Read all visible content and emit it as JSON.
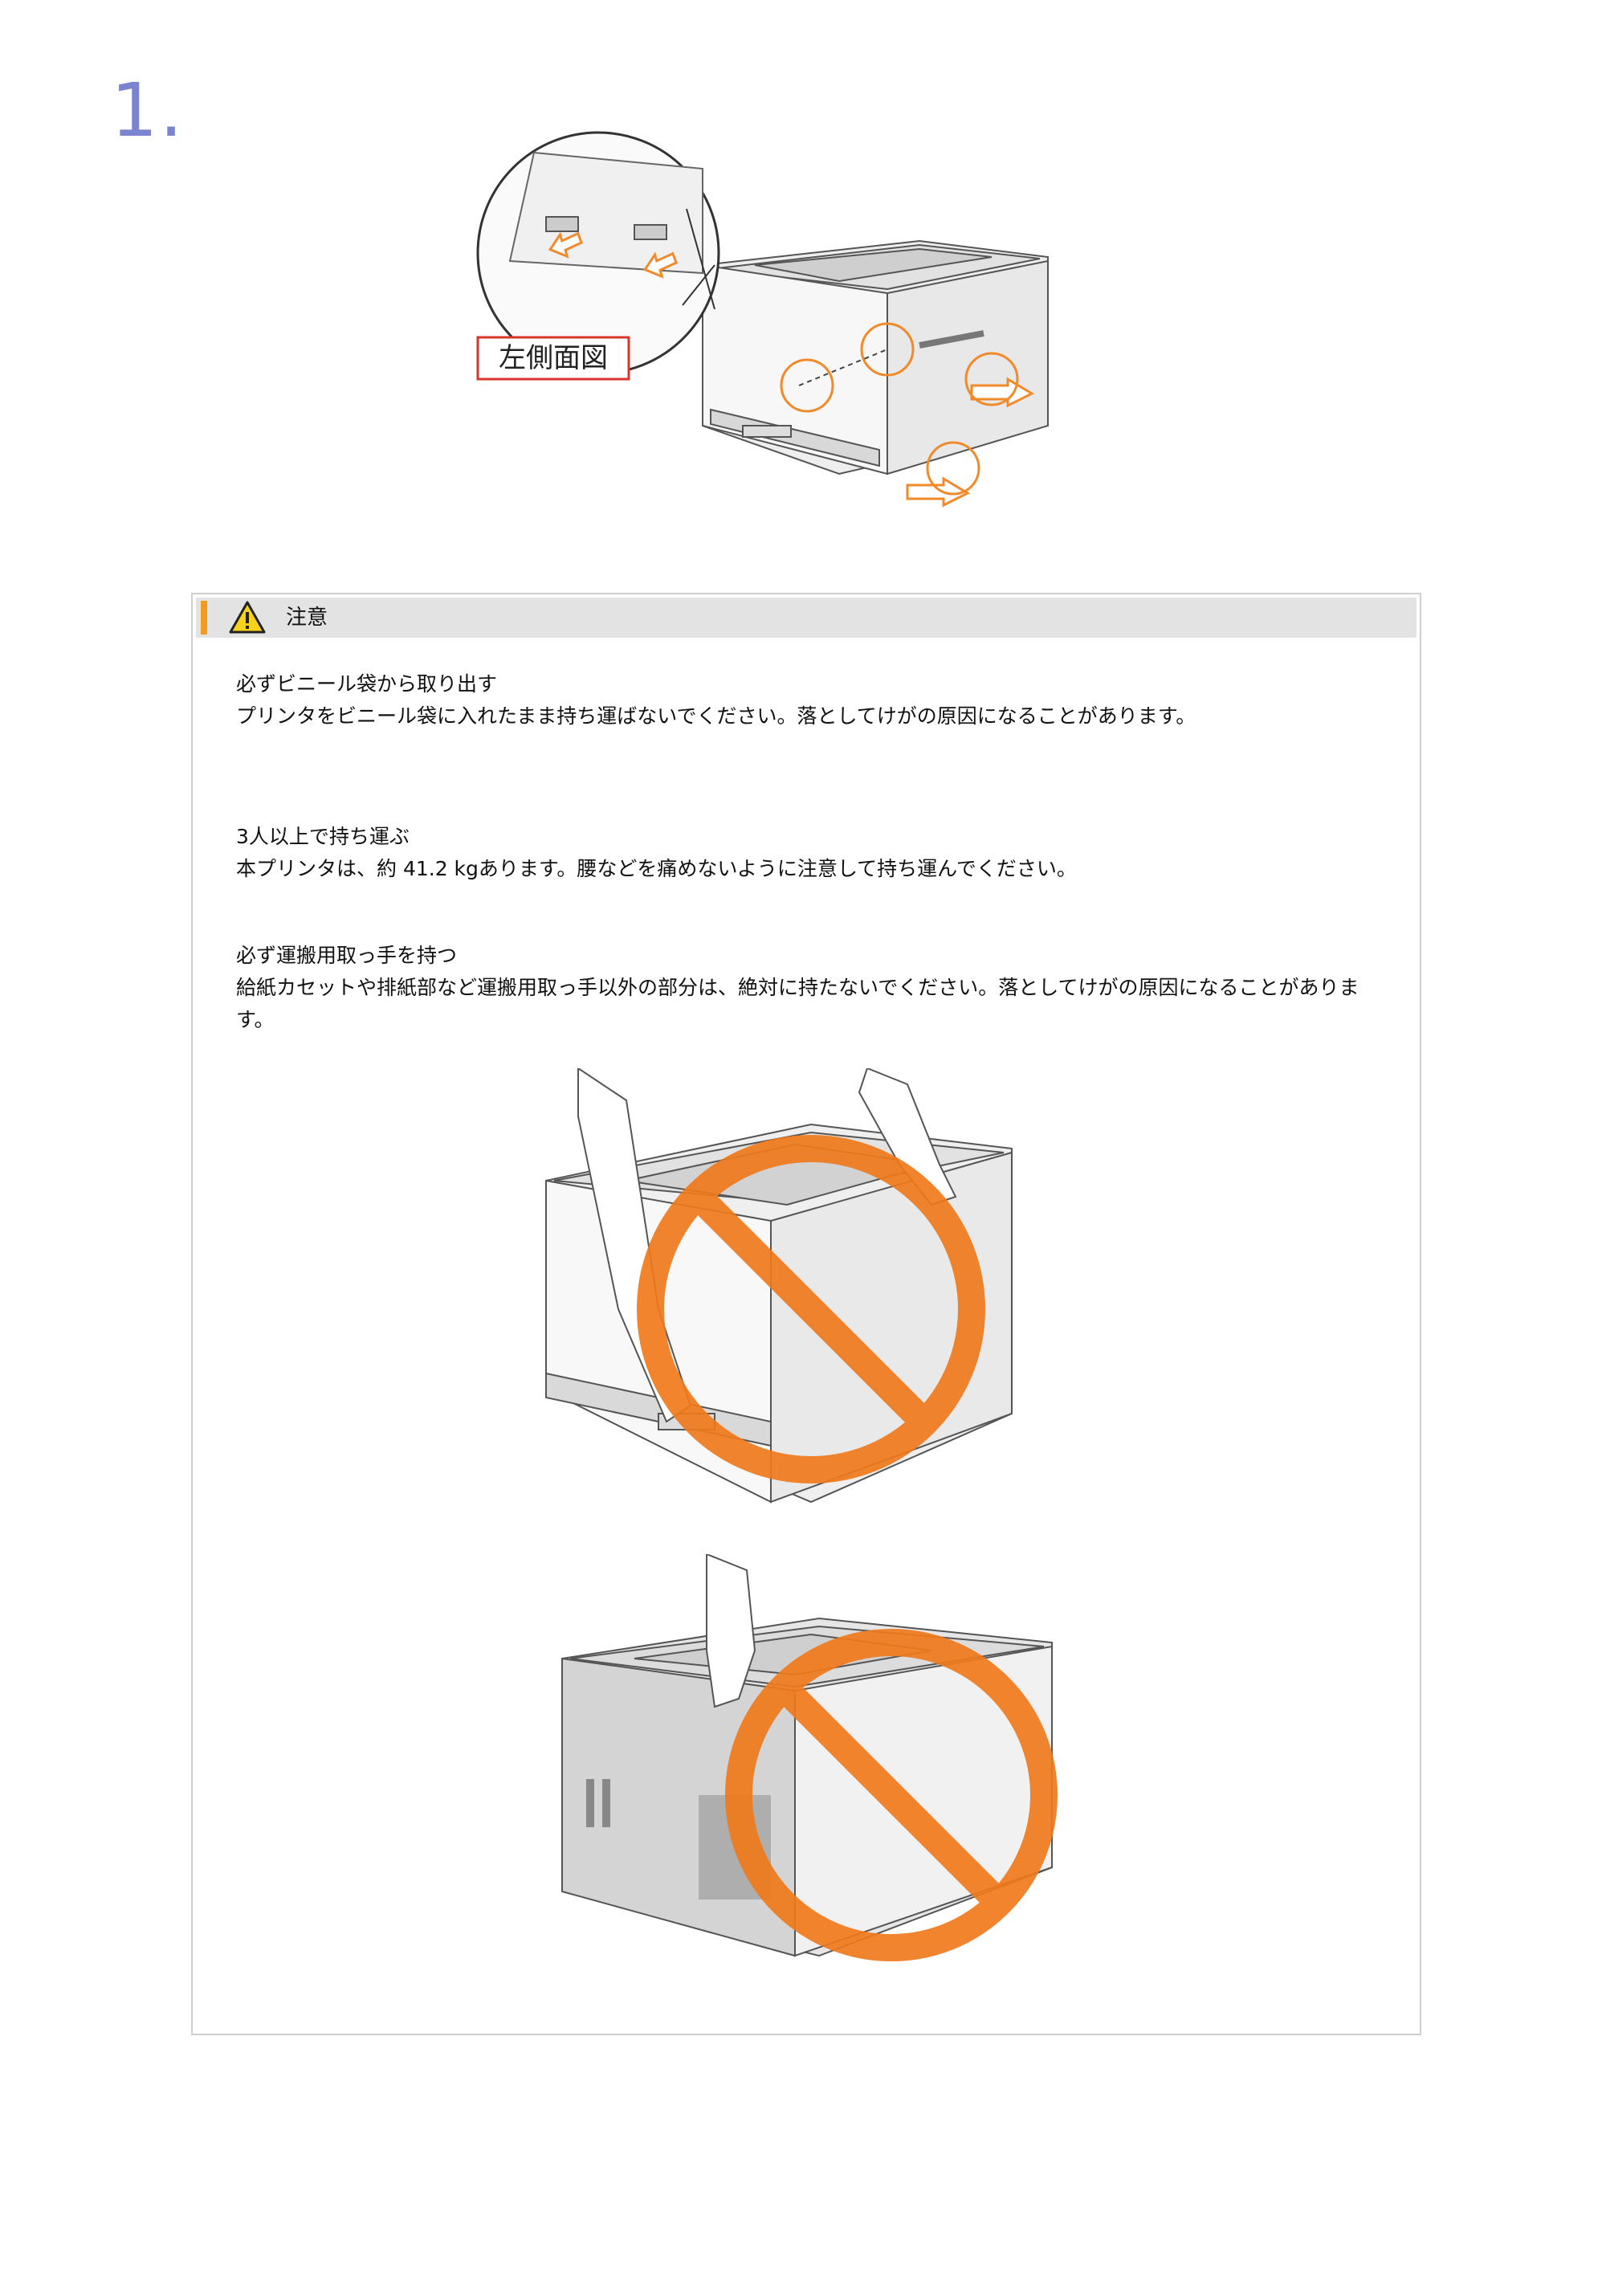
{
  "step": {
    "number": "1."
  },
  "figure_top": {
    "label": "左側面図",
    "accent_color": "#f08a2a"
  },
  "caution": {
    "title": "注意",
    "icon": "warning-triangle-icon",
    "accent_color": "#f29b1f",
    "sections": [
      {
        "title": "必ずビニール袋から取り出す",
        "body": "プリンタをビニール袋に入れたまま持ち運ばないでください。落としてけがの原因になることがあります。"
      },
      {
        "title": "3人以上で持ち運ぶ",
        "body": "本プリンタは、約 41.2 kgあります。腰などを痛めないように注意して持ち運んでください。"
      },
      {
        "title": "必ず運搬用取っ手を持つ",
        "body": "給紙カセットや排紙部など運搬用取っ手以外の部分は、絶対に持たないでください。落としてけがの原因になることがあります。"
      }
    ],
    "prohibition_icon": "prohibited-icon",
    "prohibition_color": "#f07a1c"
  }
}
